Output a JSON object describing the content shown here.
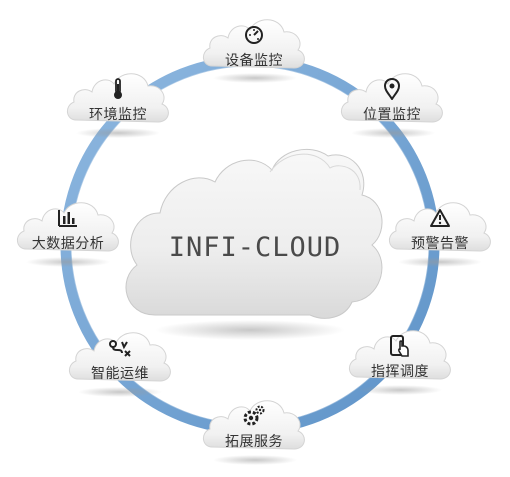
{
  "center": {
    "title": "INFI-CLOUD"
  },
  "nodes": {
    "device": {
      "label": "设备监控",
      "icon": "gauge-icon"
    },
    "location": {
      "label": "位置监控",
      "icon": "map-pin-icon"
    },
    "alert": {
      "label": "预警告警",
      "icon": "warning-triangle-icon"
    },
    "dispatch": {
      "label": "指挥调度",
      "icon": "touch-phone-icon"
    },
    "extend": {
      "label": "拓展服务",
      "icon": "gears-icon"
    },
    "ops": {
      "label": "智能运维",
      "icon": "route-icon"
    },
    "bigdata": {
      "label": "大数据分析",
      "icon": "bar-chart-icon"
    },
    "env": {
      "label": "环境监控",
      "icon": "thermometer-icon"
    }
  },
  "colors": {
    "ring": "#7aa8d6",
    "ring_dark": "#5b8fc4",
    "cloud_light": "#f4f4f4",
    "cloud_dark": "#cfcfcf",
    "text": "#333333"
  }
}
